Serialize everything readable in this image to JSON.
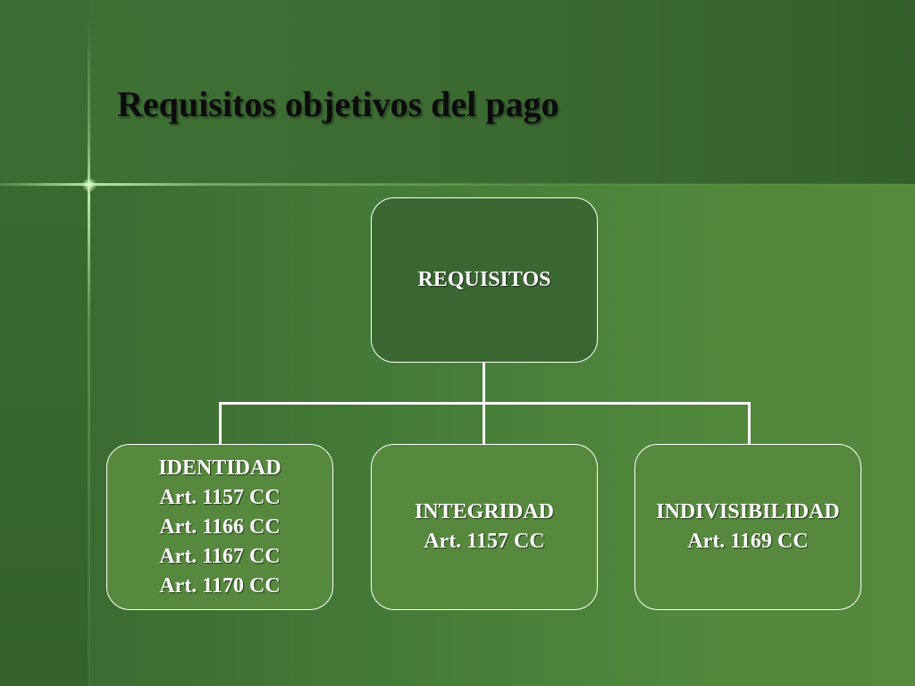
{
  "slide": {
    "title": "Requisitos objetivos del pago"
  },
  "diagram": {
    "root": {
      "label": "REQUISITOS"
    },
    "children": [
      {
        "lines": [
          "IDENTIDAD",
          "Art. 1157 CC",
          "Art. 1166 CC",
          "Art. 1167 CC",
          "Art. 1170 CC"
        ]
      },
      {
        "lines": [
          "INTEGRIDAD",
          "Art. 1157 CC"
        ]
      },
      {
        "lines": [
          "INDIVISIBILIDAD",
          "Art. 1169 CC"
        ]
      }
    ]
  },
  "colors": {
    "node_fill_root": "#3a6732",
    "node_fill_child": "#56893d",
    "connector": "#ffffff",
    "title_text": "#0c0c0c"
  }
}
